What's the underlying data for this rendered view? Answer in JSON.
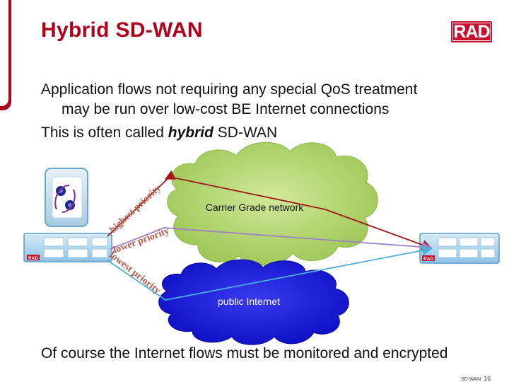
{
  "slide": {
    "title": "Hybrid SD-WAN",
    "logo_text": "RAD",
    "body_lines": [
      "Application flows not requiring any special QoS treatment",
      "may be run over low-cost BE Internet connections",
      "This is often called "
    ],
    "body_emphasis": "hybrid",
    "body_suffix": " SD-WAN",
    "bottom_text": "Of course the Internet flows must be monitored and encrypted",
    "footer_label": "SD-WAN",
    "footer_page": "16"
  },
  "diagram": {
    "carrier_label": "Carrier Grade network",
    "internet_label": "public Internet",
    "priority_labels": {
      "highest": "highest priority",
      "lower": "lower priority",
      "lowest": "lowest priority"
    },
    "device_badge": "RAD",
    "colors": {
      "brand_red": "#b1001b",
      "cloud_green": "#b8d86f",
      "cloud_blue": "#1212d8",
      "highest_arrow": "#a01818",
      "lower_arrow": "#a080c8",
      "lowest_arrow": "#49b0d8",
      "priority_text": "#b25a4a"
    }
  }
}
